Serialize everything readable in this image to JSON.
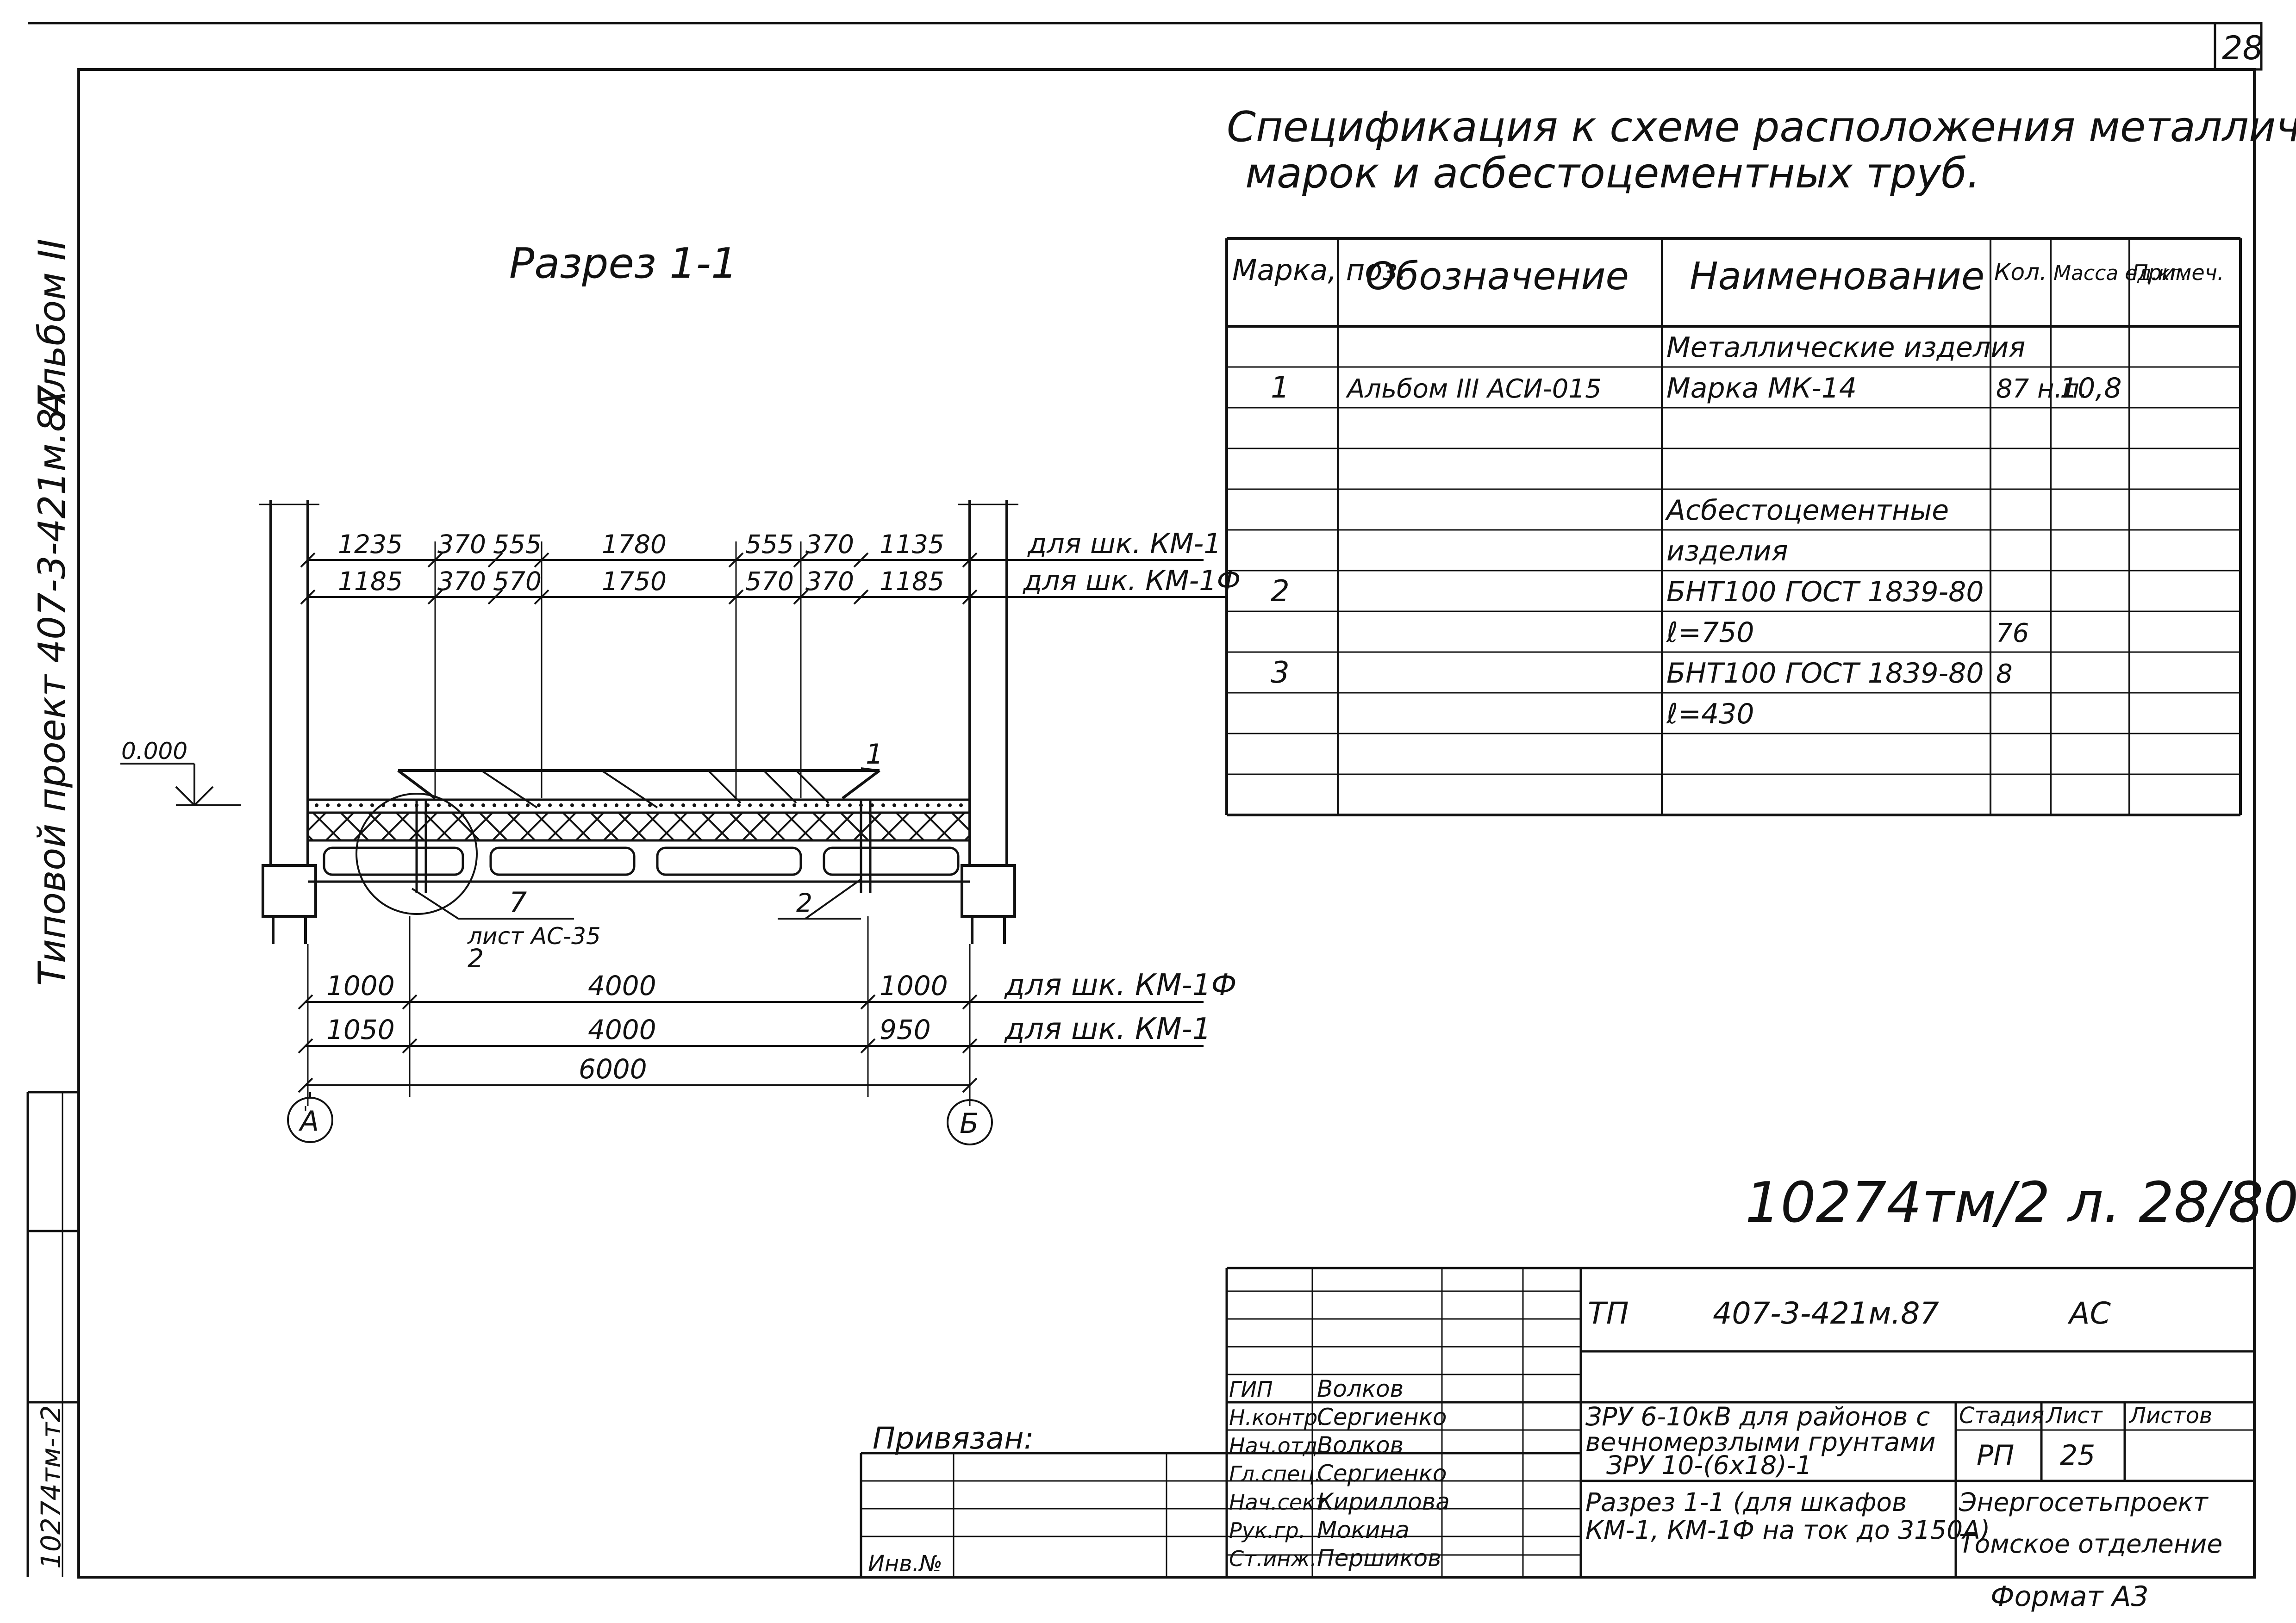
{
  "sheet": {
    "page_number": "28",
    "album_side": "Альбом II",
    "project_side": "Типовой проект 407-3-421м.87",
    "side_stamp": "10274тм-т2",
    "handwritten_ref": "10274тм/2 л. 28/80",
    "format_label": "Формат А3"
  },
  "section": {
    "title": "Разрез 1-1",
    "level_mark": "0.000",
    "axis_left": "А",
    "axis_right": "Б",
    "top_dims": [
      {
        "label": "для шк. КМ-1",
        "values": [
          "1235",
          "370",
          "555",
          "1780",
          "555",
          "370",
          "1135"
        ]
      },
      {
        "label": "для шк. КМ-1Ф",
        "values": [
          "1185",
          "370",
          "570",
          "1750",
          "570",
          "370",
          "1185"
        ]
      }
    ],
    "bottom_dims": [
      {
        "label": "для шк. КМ-1Ф",
        "values": [
          "1000",
          "4000",
          "1000"
        ]
      },
      {
        "label": "для шк. КМ-1",
        "values": [
          "1050",
          "4000",
          "950"
        ]
      }
    ],
    "overall_dim": "6000",
    "callouts": [
      "1",
      "7",
      "лист АС-35",
      "2",
      "2"
    ]
  },
  "spec": {
    "title_line1": "Спецификация к схеме расположения металлических",
    "title_line2": "марок и асбестоцементных труб.",
    "headers": [
      "Марка, поз.",
      "Обозначение",
      "Наименование",
      "Кол.",
      "Масса ед.кг.",
      "Примеч."
    ],
    "rows": [
      {
        "poz": "",
        "oboz": "",
        "naim": "Металлические изделия",
        "kol": "",
        "massa": "",
        "prim": ""
      },
      {
        "poz": "1",
        "oboz": "Альбом III АСИ-015",
        "naim": "Марка МК-14",
        "kol": "87 н.п.",
        "massa": "10,8",
        "prim": ""
      },
      {
        "poz": "",
        "oboz": "",
        "naim": "",
        "kol": "",
        "massa": "",
        "prim": ""
      },
      {
        "poz": "",
        "oboz": "",
        "naim": "",
        "kol": "",
        "massa": "",
        "prim": ""
      },
      {
        "poz": "",
        "oboz": "",
        "naim": "Асбестоцементные",
        "kol": "",
        "massa": "",
        "prim": ""
      },
      {
        "poz": "",
        "oboz": "",
        "naim": "изделия",
        "kol": "",
        "massa": "",
        "prim": ""
      },
      {
        "poz": "2",
        "oboz": "",
        "naim": "БНТ100 ГОСТ 1839-80",
        "kol": "",
        "massa": "",
        "prim": ""
      },
      {
        "poz": "",
        "oboz": "",
        "naim": "ℓ=750",
        "kol": "76",
        "massa": "",
        "prim": ""
      },
      {
        "poz": "3",
        "oboz": "",
        "naim": "БНТ100 ГОСТ 1839-80",
        "kol": "8",
        "massa": "",
        "prim": ""
      },
      {
        "poz": "",
        "oboz": "",
        "naim": "ℓ=430",
        "kol": "",
        "massa": "",
        "prim": ""
      },
      {
        "poz": "",
        "oboz": "",
        "naim": "",
        "kol": "",
        "massa": "",
        "prim": ""
      },
      {
        "poz": "",
        "oboz": "",
        "naim": "",
        "kol": "",
        "massa": "",
        "prim": ""
      }
    ]
  },
  "title_block": {
    "tp": "ТП",
    "doc_number": "407-3-421м.87",
    "mark": "АС",
    "object_line1": "ЗРУ 6-10кВ для районов с",
    "object_line2": "вечномерзлыми грунтами",
    "object_line3": "ЗРУ 10-(6х18)-1",
    "sheet_title_line1": "Разрез 1-1 (для шкафов",
    "sheet_title_line2": "КМ-1, КМ-1Ф на ток до 3150А)",
    "stage_header": "Стадия",
    "sheet_header": "Лист",
    "sheets_header": "Листов",
    "stage": "РП",
    "sheet_no": "25",
    "org_line1": "Энергосетьпроект",
    "org_line2": "Томское отделение",
    "privyazan": "Привязан:",
    "inv": "Инв.№",
    "signers": [
      {
        "role": "ГИП",
        "name": "Волков"
      },
      {
        "role": "Н.контр.",
        "name": "Сергиенко"
      },
      {
        "role": "Нач.отд.",
        "name": "Волков"
      },
      {
        "role": "Гл.спец.",
        "name": "Сергиенко"
      },
      {
        "role": "Нач.сект.",
        "name": "Кириллова"
      },
      {
        "role": "Рук.гр.",
        "name": "Мокина"
      },
      {
        "role": "Ст.инж.",
        "name": "Першиков"
      }
    ]
  }
}
